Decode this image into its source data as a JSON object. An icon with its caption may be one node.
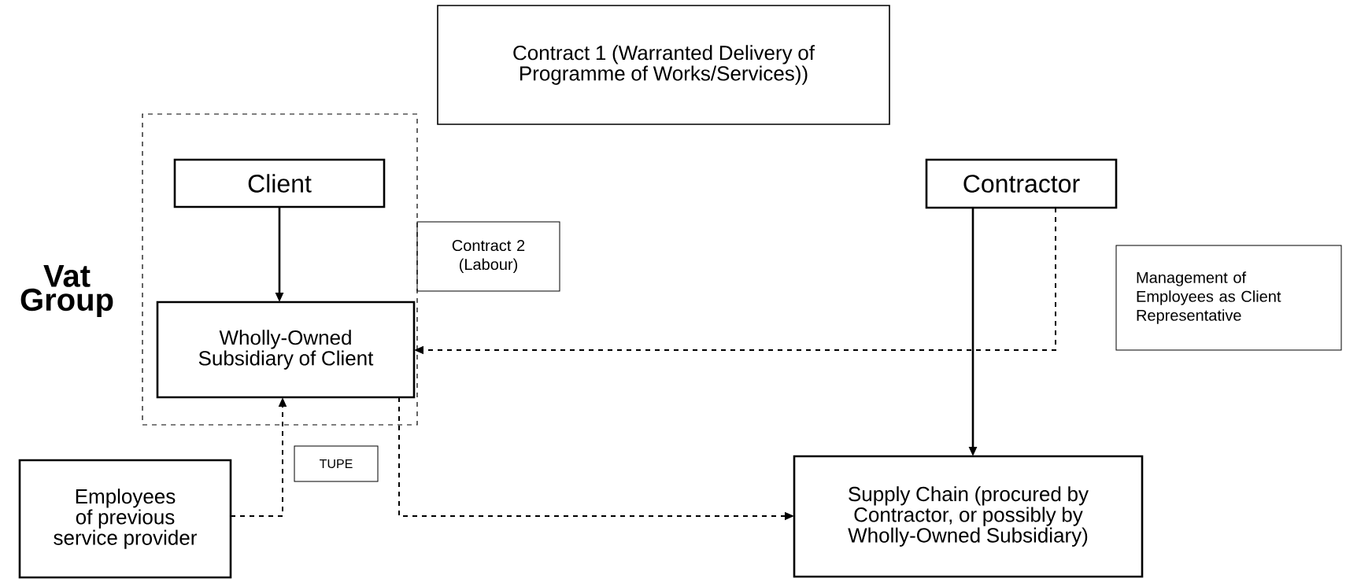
{
  "diagram": {
    "nodes": [
      {
        "text": [
          "Contract 1 (Warranted Delivery of Programme of Works/Services))"
        ]
      },
      {
        "text": [
          "Vat Group"
        ]
      },
      {
        "text": [
          "Client"
        ],
        "in": 1
      },
      {
        "text": [
          "Contract 2 (Labour)"
        ]
      },
      {
        "text": [
          "Contractor"
        ]
      },
      {
        "text": [
          "Management of Employees as Client Representative"
        ]
      },
      {
        "text": [
          "Wholly-Owned Subsidiary of Client"
        ],
        "in": 1
      },
      {
        "text": [
          "TUPE"
        ]
      },
      {
        "text": [
          "Employees of previous service provider"
        ]
      },
      {
        "text": [
          "Supply Chain (procured by Contractor, or possibly by Wholly-Owned Subsidiary)"
        ]
      }
    ],
    "edges": [
      {
        "from": 2,
        "to": 6,
        "arrow": "to"
      },
      {
        "from": 4,
        "to": 9,
        "arrow": "to"
      },
      {
        "from": 4,
        "to": 6,
        "arrow": "to",
        "style": "dashed"
      },
      {
        "from": 8,
        "to": 6,
        "arrow": "to",
        "style": "dashed"
      },
      {
        "from": 6,
        "to": 9,
        "arrow": "to",
        "style": "dashed"
      }
    ]
  }
}
